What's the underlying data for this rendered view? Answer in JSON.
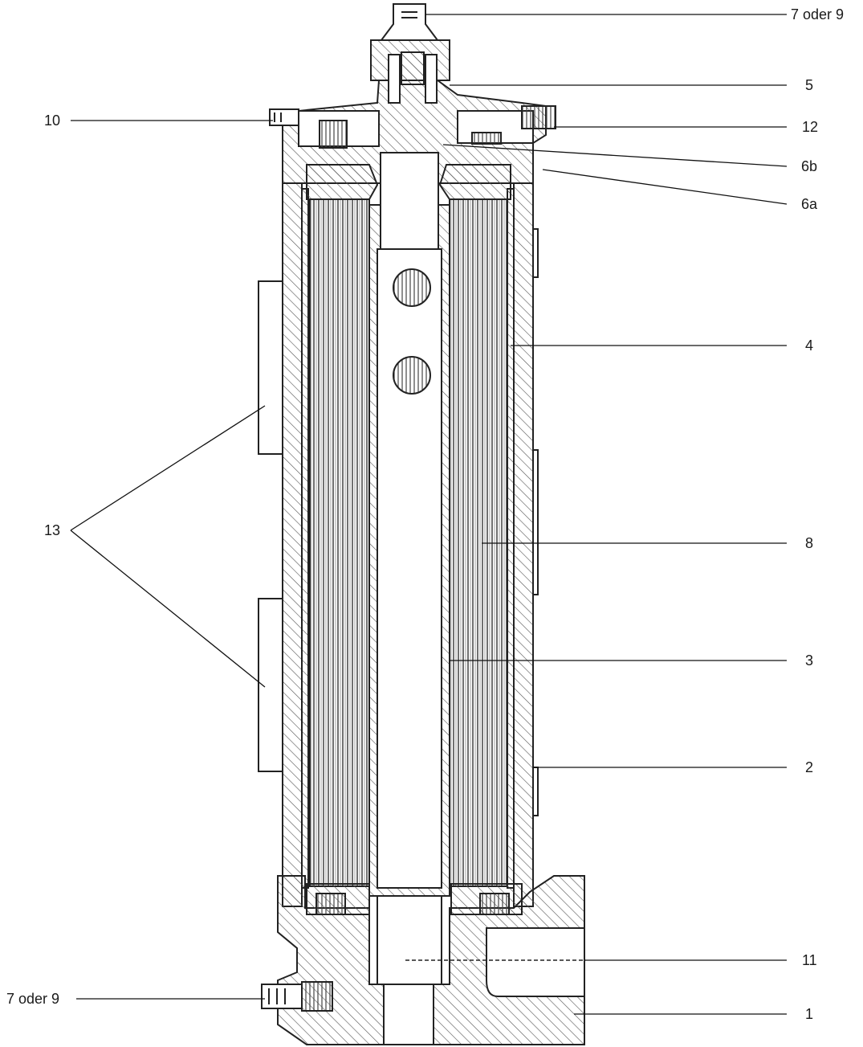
{
  "labels": {
    "top_right_7_9": "7 oder 9",
    "p5": "5",
    "p10": "10",
    "p12": "12",
    "p6b": "6b",
    "p6a": "6a",
    "p4": "4",
    "p13": "13",
    "p8": "8",
    "p3": "3",
    "p2": "2",
    "p11": "11",
    "bottom_left_7_9": "7 oder 9",
    "p1": "1"
  },
  "colors": {
    "line": "#222222",
    "hatch": "#555555",
    "background": "#ffffff"
  }
}
